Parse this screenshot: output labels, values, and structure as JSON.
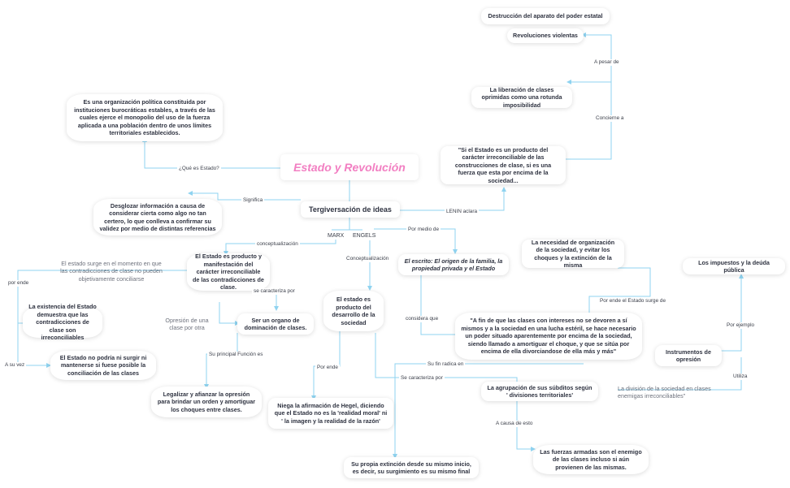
{
  "title": "Estado y Revolución",
  "main_topic": "Tergiversación de ideas",
  "marx": "MARX",
  "engels": "ENGELS",
  "nodes": {
    "que_es_estado": "Es una organización política constituida por instituciones burocráticas estables, a través de las cuales ejerce el monopolio del uso de la fuerza aplicada a una población dentro de unos límites territoriales establecidos.",
    "significa": "Desglozar información a causa de considerar cierta como algo no tan certero, lo que conlleva a confirmar su validez por medio de distintas referencias",
    "destruccion": "Destrucción del aparato del poder estatal",
    "revoluciones": "Revoluciones violentas",
    "liberacion": "La liberación de clases oprimidas como una rotunda imposibilidad",
    "si_el_estado": "\"Si el Estado es un producto del carácter irreconciliable de las construcciones de clase, si es una fuerza que esta por encima de la sociedad...",
    "escrito": "El escrito: El origen de la familia, la propiedad privada y el Estado",
    "necesidad": "La necesidad de organización de la sociedad, y evitar los choques y la extinción de la misma",
    "impuestos": "Los impuestos y la deúda pública",
    "a_fin": "\"A fin de que las clases con intereses no se devoren a sí mismos y a la sociedad en una lucha estéril, se hace necesario un poder situado aparentemente por encima de la sociedad, siendo llamado a amortiguar el choque, y que se sitúa por encima de ella divorciandose de ella más y más\"",
    "instrumentos": "Instrumentos de opresión",
    "agrupacion": "La agrupación de sus súbditos según ' divisiones territoriales'",
    "fuerzas": "Las fuerzas armadas son el enemigo de las clases incluso si aún provienen de las mismas.",
    "extincion": "Su propia extinción desde su mismo inicio, es decir, su surgimiento es su mismo final",
    "niega": "Niega la afirmación de Hegel, diciendo que el Estado no es la 'realidad moral' ni ' la imagen y la realidad de la razón'",
    "producto_desarrollo": "El estado es producto del desarrollo de la sociedad",
    "producto_manifestacion": "El Estado es producto y manifestación del carácter irreconciliable de las contradicciones de clase.",
    "organo": "Ser un organo de dominación de clases.",
    "legalizar": "Legalizar y afianzar la opresión para brindar un orden y amortiguar los choques entre clases.",
    "existencia": "La existencia del Estado demuestra que las contradicciones de clase son irreconciliables",
    "no_podria": "El Estado no podría ni surgir ni mantenerse si fuese posible la conciliación de las clases"
  },
  "plain": {
    "surge": "El estado surge en el momento en que las contradicciones de clase no pueden objetivamente conciliarse",
    "opresion": "Opresión de una clase por otra",
    "division": "La división de la sociedad en clases enemigas irreconciliables\""
  },
  "labels": {
    "que_es": "¿Qué es Estado?",
    "significa": "Significa",
    "lenin": "LENIN aclara",
    "a_pesar": "A pesar de",
    "concierne": "Concierne a",
    "por_medio": "Por medio de",
    "conceptualizacion1": "conceptualización",
    "conceptualizacion2": "Conceptualización",
    "por_ende": "por ende",
    "a_su_vez": "A su vez",
    "se_caracteriza": "se caracteriza por",
    "su_principal": "Su principal Función es",
    "por_ende2": "Por ende",
    "considera": "considera que",
    "por_ende_estado": "Por ende el Estado surge de",
    "por_ejemplo": "Por ejemplo",
    "utiliza": "Utiliza",
    "su_fin": "Su fin radica en",
    "se_caracteriza2": "Se caracteriza por",
    "a_causa": "A causa de esto"
  }
}
